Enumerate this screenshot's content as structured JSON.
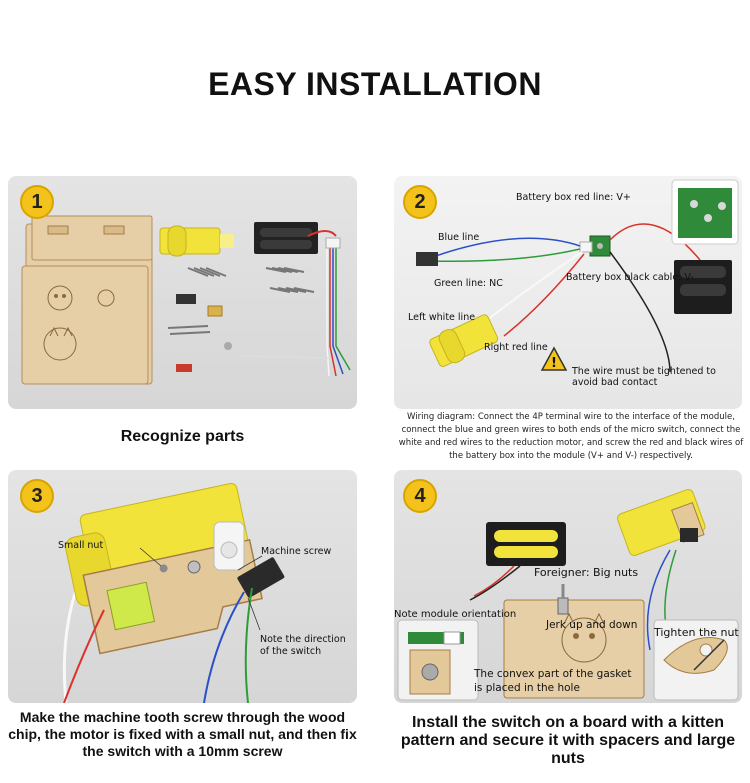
{
  "title": "EASY INSTALLATION",
  "steps": [
    {
      "number": "1",
      "caption": "Recognize parts",
      "labels": []
    },
    {
      "number": "2",
      "caption": "Wiring diagram: Connect the 4P terminal wire to the interface of the module, connect the blue and green wires to both ends of the micro switch, connect the white and red wires to the reduction motor, and screw the red and black wires of the battery box into the module (V+ and V-) respectively.",
      "labels": {
        "battery_red": "Battery box red line: V+",
        "blue_line": "Blue line",
        "battery_black": "Battery box black cable: V-",
        "green_line": "Green line: NC",
        "left_white": "Left white line",
        "right_red": "Right red line",
        "warning": "The wire must be tightened to avoid bad contact"
      }
    },
    {
      "number": "3",
      "caption": "Make the machine tooth screw through the wood chip, the motor is fixed with a small nut, and then fix the switch with a 10mm screw",
      "labels": {
        "small_nut": "Small nut",
        "machine_screw": "Machine screw",
        "switch_direction": "Note the direction of the switch"
      }
    },
    {
      "number": "4",
      "caption": "Install the switch on a board with a kitten pattern and secure it with spacers and large nuts",
      "labels": {
        "foreigner": "Foreigner: Big nuts",
        "module_orientation": "Note module orientation",
        "jerk": "Jerk up and down",
        "tighten": "Tighten the nut",
        "gasket": "The convex part of the gasket is placed in the hole"
      }
    }
  ],
  "colors": {
    "badge": "#f3c21b",
    "panel": "#dcdcdc",
    "motor": "#f1e33a",
    "wire_red": "#d8322a",
    "wire_blue": "#2a4fc9",
    "wire_green": "#2e9b3a"
  }
}
